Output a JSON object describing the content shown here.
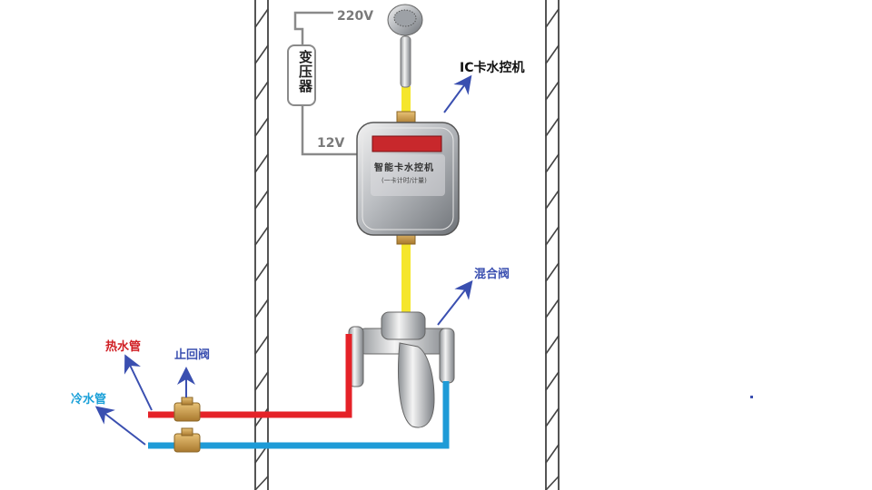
{
  "labels": {
    "voltage_in": "220V",
    "voltage_out": "12V",
    "transformer": "变压器",
    "ic_controller": "IC卡水控机",
    "mixing_valve": "混合阀",
    "hot_pipe": "热水管",
    "check_valve": "止回阀",
    "cold_pipe": "冷水管"
  },
  "device_panel": {
    "title": "智能卡水控机",
    "subtitle": "(一卡计时/计量)"
  },
  "colors": {
    "hot_pipe": "#e52228",
    "cold_pipe": "#1e9bd7",
    "shower_pipe": "#f5e62b",
    "wire": "#8a8a8a",
    "arrow": "#3a4fb0",
    "display": "#c8282c"
  }
}
